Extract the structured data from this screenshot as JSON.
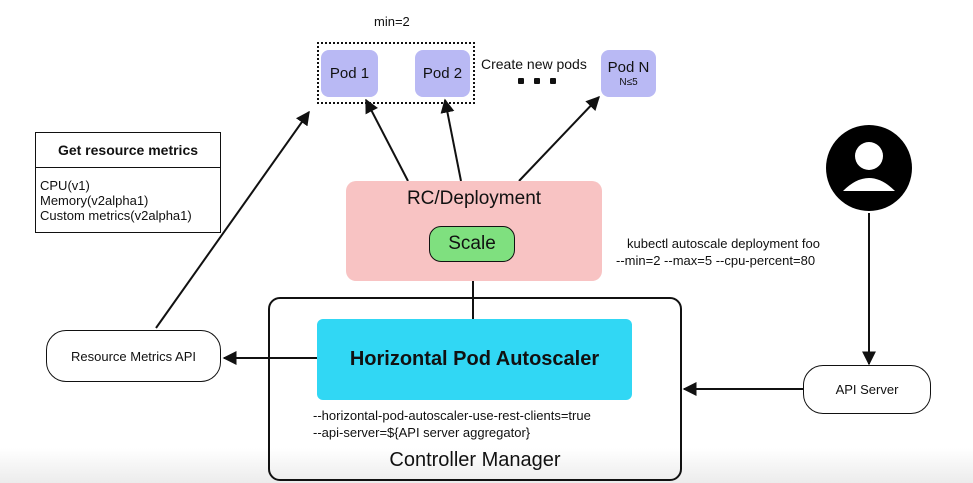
{
  "pods": {
    "min_label": "min=2",
    "pod1": "Pod 1",
    "pod2": "Pod 2",
    "create_label": "Create new pods",
    "podN": "Pod N",
    "podN_sub": "N≤5"
  },
  "metrics": {
    "title": "Get resource metrics",
    "items": [
      "CPU(v1)",
      "Memory(v2alpha1)",
      "Custom metrics(v2alpha1)"
    ]
  },
  "rc": {
    "title": "RC/Deployment",
    "scale": "Scale"
  },
  "command": {
    "line1": "kubectl autoscale deployment foo",
    "line2": "--min=2 --max=5 --cpu-percent=80"
  },
  "resource_metrics_api": "Resource Metrics API",
  "hpa": "Horizontal Pod Autoscaler",
  "flags": {
    "line1": "--horizontal-pod-autoscaler-use-rest-clients=true",
    "line2": "--api-server=${API server aggregator}"
  },
  "controller_manager": "Controller Manager",
  "api_server": "API Server",
  "icons": {
    "user": "user-icon"
  }
}
